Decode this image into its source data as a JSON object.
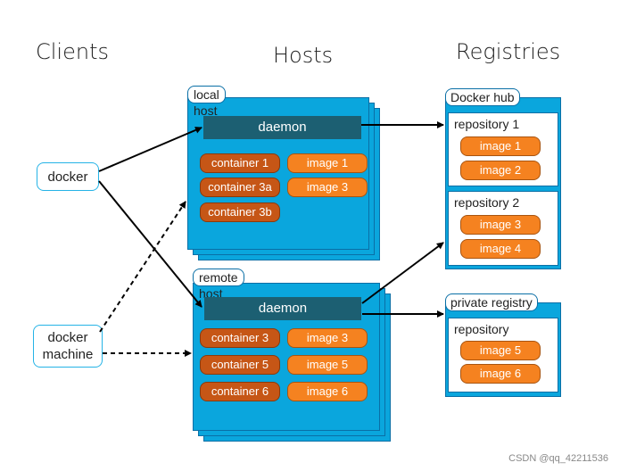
{
  "titles": {
    "clients": "Clients",
    "hosts": "Hosts",
    "registries": "Registries"
  },
  "clients": {
    "docker": "docker",
    "machine_line1": "docker",
    "machine_line2": "machine"
  },
  "local_host": {
    "label": "local host",
    "daemon": "daemon",
    "containers": [
      "container 1",
      "container 3a",
      "container 3b"
    ],
    "images": [
      "image 1",
      "image 3"
    ]
  },
  "remote_host": {
    "label": "remote host",
    "daemon": "daemon",
    "containers": [
      "container 3",
      "container 5",
      "container 6"
    ],
    "images": [
      "image 3",
      "image 5",
      "image 6"
    ]
  },
  "docker_hub": {
    "label": "Docker hub",
    "repositories": [
      {
        "name": "repository 1",
        "images": [
          "image 1",
          "image 2"
        ]
      },
      {
        "name": "repository 2",
        "images": [
          "image 3",
          "image 4"
        ]
      }
    ]
  },
  "private_registry": {
    "label": "private registry",
    "repository": {
      "name": "repository",
      "images": [
        "image 5",
        "image 6"
      ]
    }
  },
  "watermark": "CSDN @qq_42211536",
  "colors": {
    "host_blue": "#0aa6dd",
    "daemon": "#1c5f72",
    "container": "#c65616",
    "image": "#f58220"
  }
}
